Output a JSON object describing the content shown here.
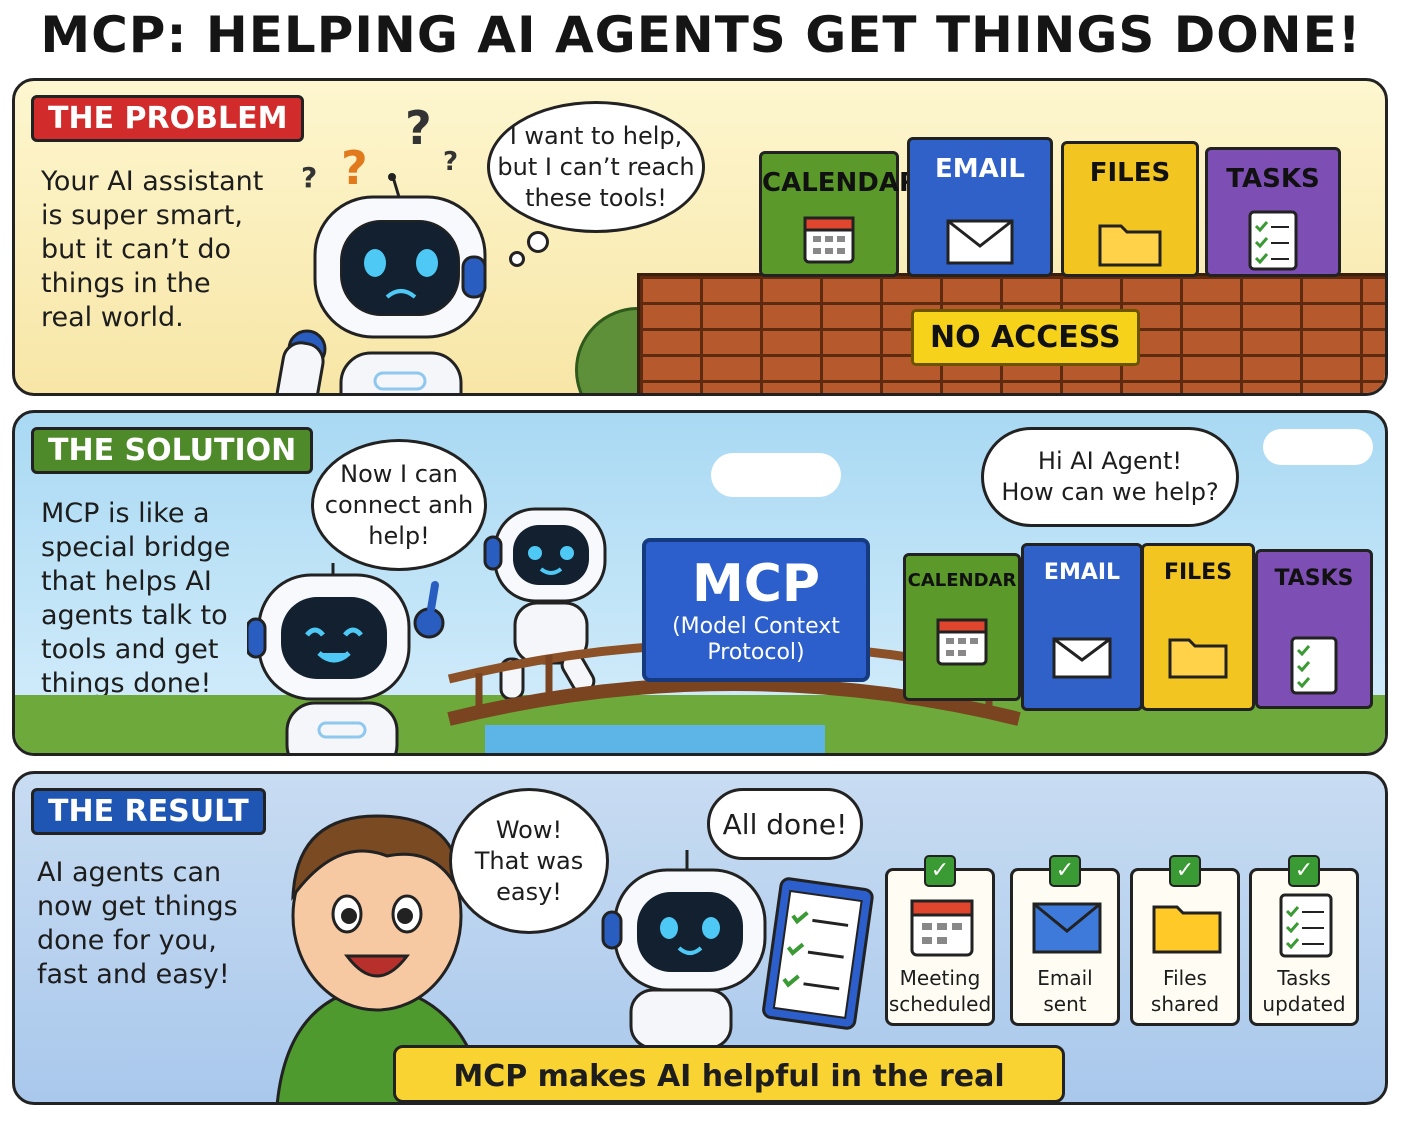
{
  "title": "MCP: HELPING AI AGENTS GET THINGS DONE!",
  "problem": {
    "tag": "THE PROBLEM",
    "text": "Your AI assistant\nis super smart,\nbut it can’t do\nthings in the\nreal world.",
    "bubble": "I want to help,\nbut I can’t reach\nthese tools!",
    "tools": [
      "CALENDAR",
      "EMAIL",
      "FILES",
      "TASKS"
    ],
    "sign": "NO ACCESS"
  },
  "solution": {
    "tag": "THE SOLUTION",
    "text": "MCP is like a\nspecial bridge\nthat helps AI\nagents talk to\ntools and get\nthings done!",
    "robot_bubble": "Now I can\nconnect anh\nhelp!",
    "tools_bubble": "Hi AI Agent!\nHow can we help?",
    "mcp_title": "MCP",
    "mcp_sub": "(Model Context\nProtocol)",
    "tools": [
      "CALENDAR",
      "EMAIL",
      "FILES",
      "TASKS"
    ]
  },
  "result": {
    "tag": "THE RESULT",
    "text": "AI agents can\nnow get things\ndone for you,\nfast and easy!",
    "boy_bubble": "Wow!\nThat was\neasy!",
    "robot_bubble": "All done!",
    "cards": [
      "Meeting\nscheduled",
      "Email\nsent",
      "Files\nshared",
      "Tasks\nupdated"
    ],
    "banner": "MCP makes AI helpful in the real world!"
  },
  "colors": {
    "calendar": "#5b9a2a",
    "email": "#2f61c9",
    "files": "#f2c521",
    "tasks": "#7d4fb4",
    "brick": "#b65a2e"
  }
}
